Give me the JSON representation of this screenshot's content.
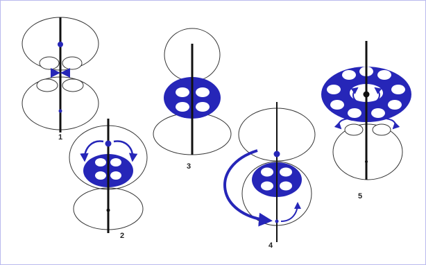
{
  "diagram": {
    "colors": {
      "accent": "#2626b8",
      "outline": "#333333",
      "axis": "#111111",
      "border": "#b9b9ee",
      "fill_white": "#ffffff"
    },
    "stages": [
      {
        "label": "1"
      },
      {
        "label": "2"
      },
      {
        "label": "3"
      },
      {
        "label": "4"
      },
      {
        "label": "5"
      }
    ]
  }
}
